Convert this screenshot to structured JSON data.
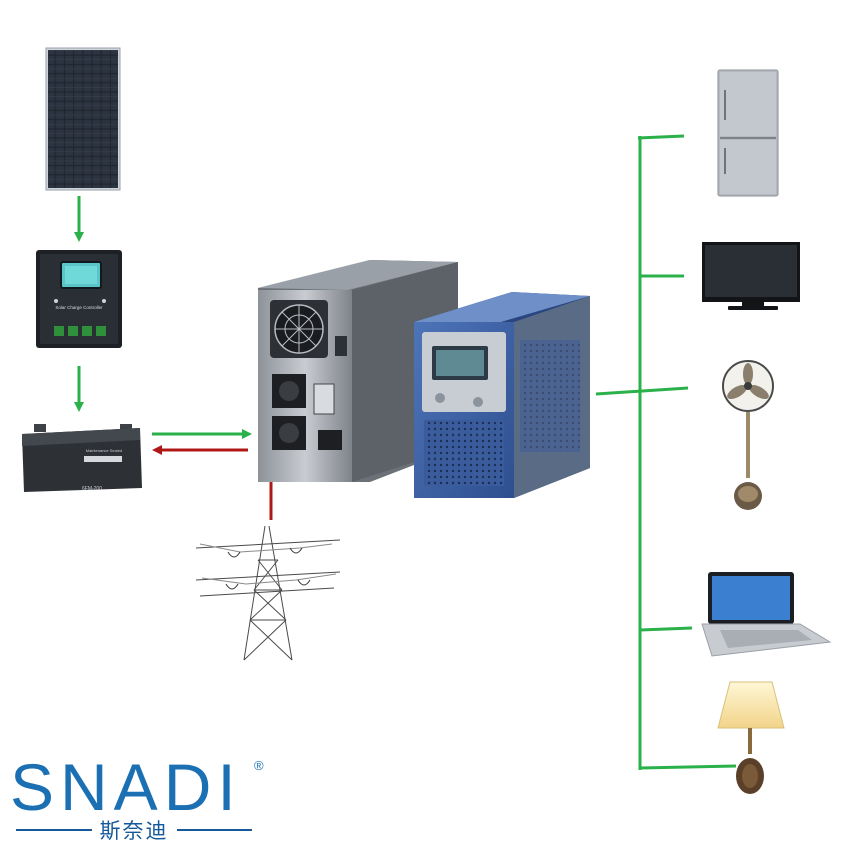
{
  "components": {
    "solar_panel": {
      "icon": "solar-panel-icon"
    },
    "charge_controller": {
      "icon": "charge-controller-icon",
      "label": "Solar Charge Controller"
    },
    "battery": {
      "icon": "battery-icon",
      "label": "6FM-200",
      "top_label": "Maintenance Sealed"
    },
    "grid": {
      "icon": "power-tower-icon"
    },
    "inverter_rear": {
      "icon": "inverter-rear-icon"
    },
    "inverter_front": {
      "icon": "inverter-front-icon"
    }
  },
  "appliances": [
    {
      "name": "refrigerator",
      "icon": "refrigerator-icon"
    },
    {
      "name": "television",
      "icon": "television-icon"
    },
    {
      "name": "fan",
      "icon": "standing-fan-icon"
    },
    {
      "name": "laptop",
      "icon": "laptop-icon"
    },
    {
      "name": "lamp",
      "icon": "wall-lamp-icon"
    }
  ],
  "colors": {
    "charge_flow": "#2bb14a",
    "discharge_flow": "#b01818",
    "brand": "#1b6fb3",
    "brand_accent": "#e07a1a"
  },
  "brand": {
    "name": "SNADI",
    "registered": "®",
    "subtitle": "斯奈迪"
  }
}
